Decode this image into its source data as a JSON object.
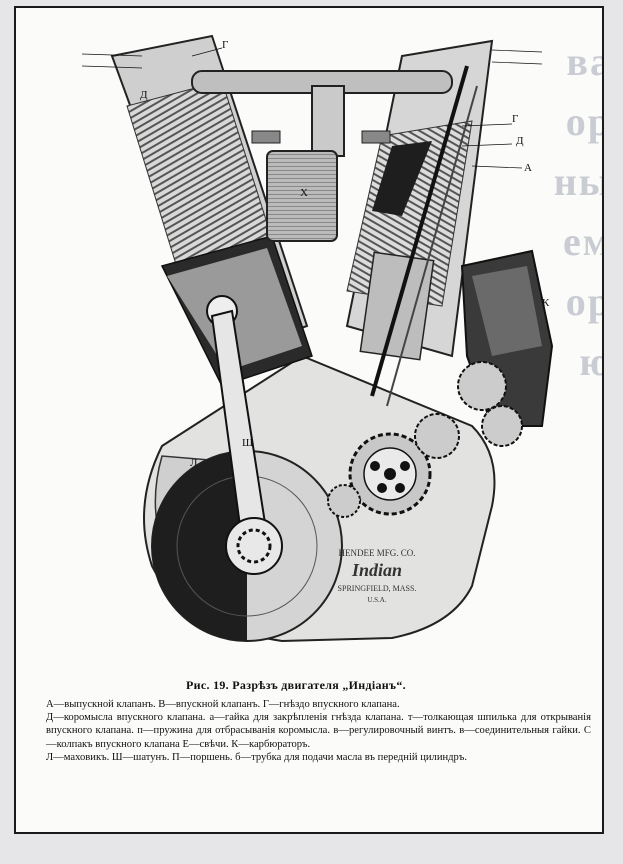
{
  "caption": "Рис. 19. Разрѣзъ двигателя „Индіанъ“.",
  "legend": [
    "А—выпускной клапанъ. В—впускной клапанъ. Г—гнѣздо впускного клапана.",
    "Д—коромысла впускного клапана. а—гайка для закрѣпленія гнѣзда клапана. т—толкающая шпилька для открыванія впускного клапана. п—пружина для отбрасыванія коромысла. в—регулировочный винтъ. в—соединительныя гайки. С—колпакъ впускного клапана Е—свѣчи. К—карбюраторъ.",
    "Л—маховикъ. Ш—шатунъ. П—поршень. б—трубка для подачи масла въ передній цилиндръ."
  ],
  "crankcase_stamp": [
    "HENDEE MFG. CO.",
    "Indian",
    "SPRINGFIELD, MASS.",
    "U.S.A."
  ],
  "figure_letters": [
    "Г",
    "Д",
    "Х",
    "Г",
    "Д",
    "А",
    "Ш",
    "Л",
    "К"
  ]
}
